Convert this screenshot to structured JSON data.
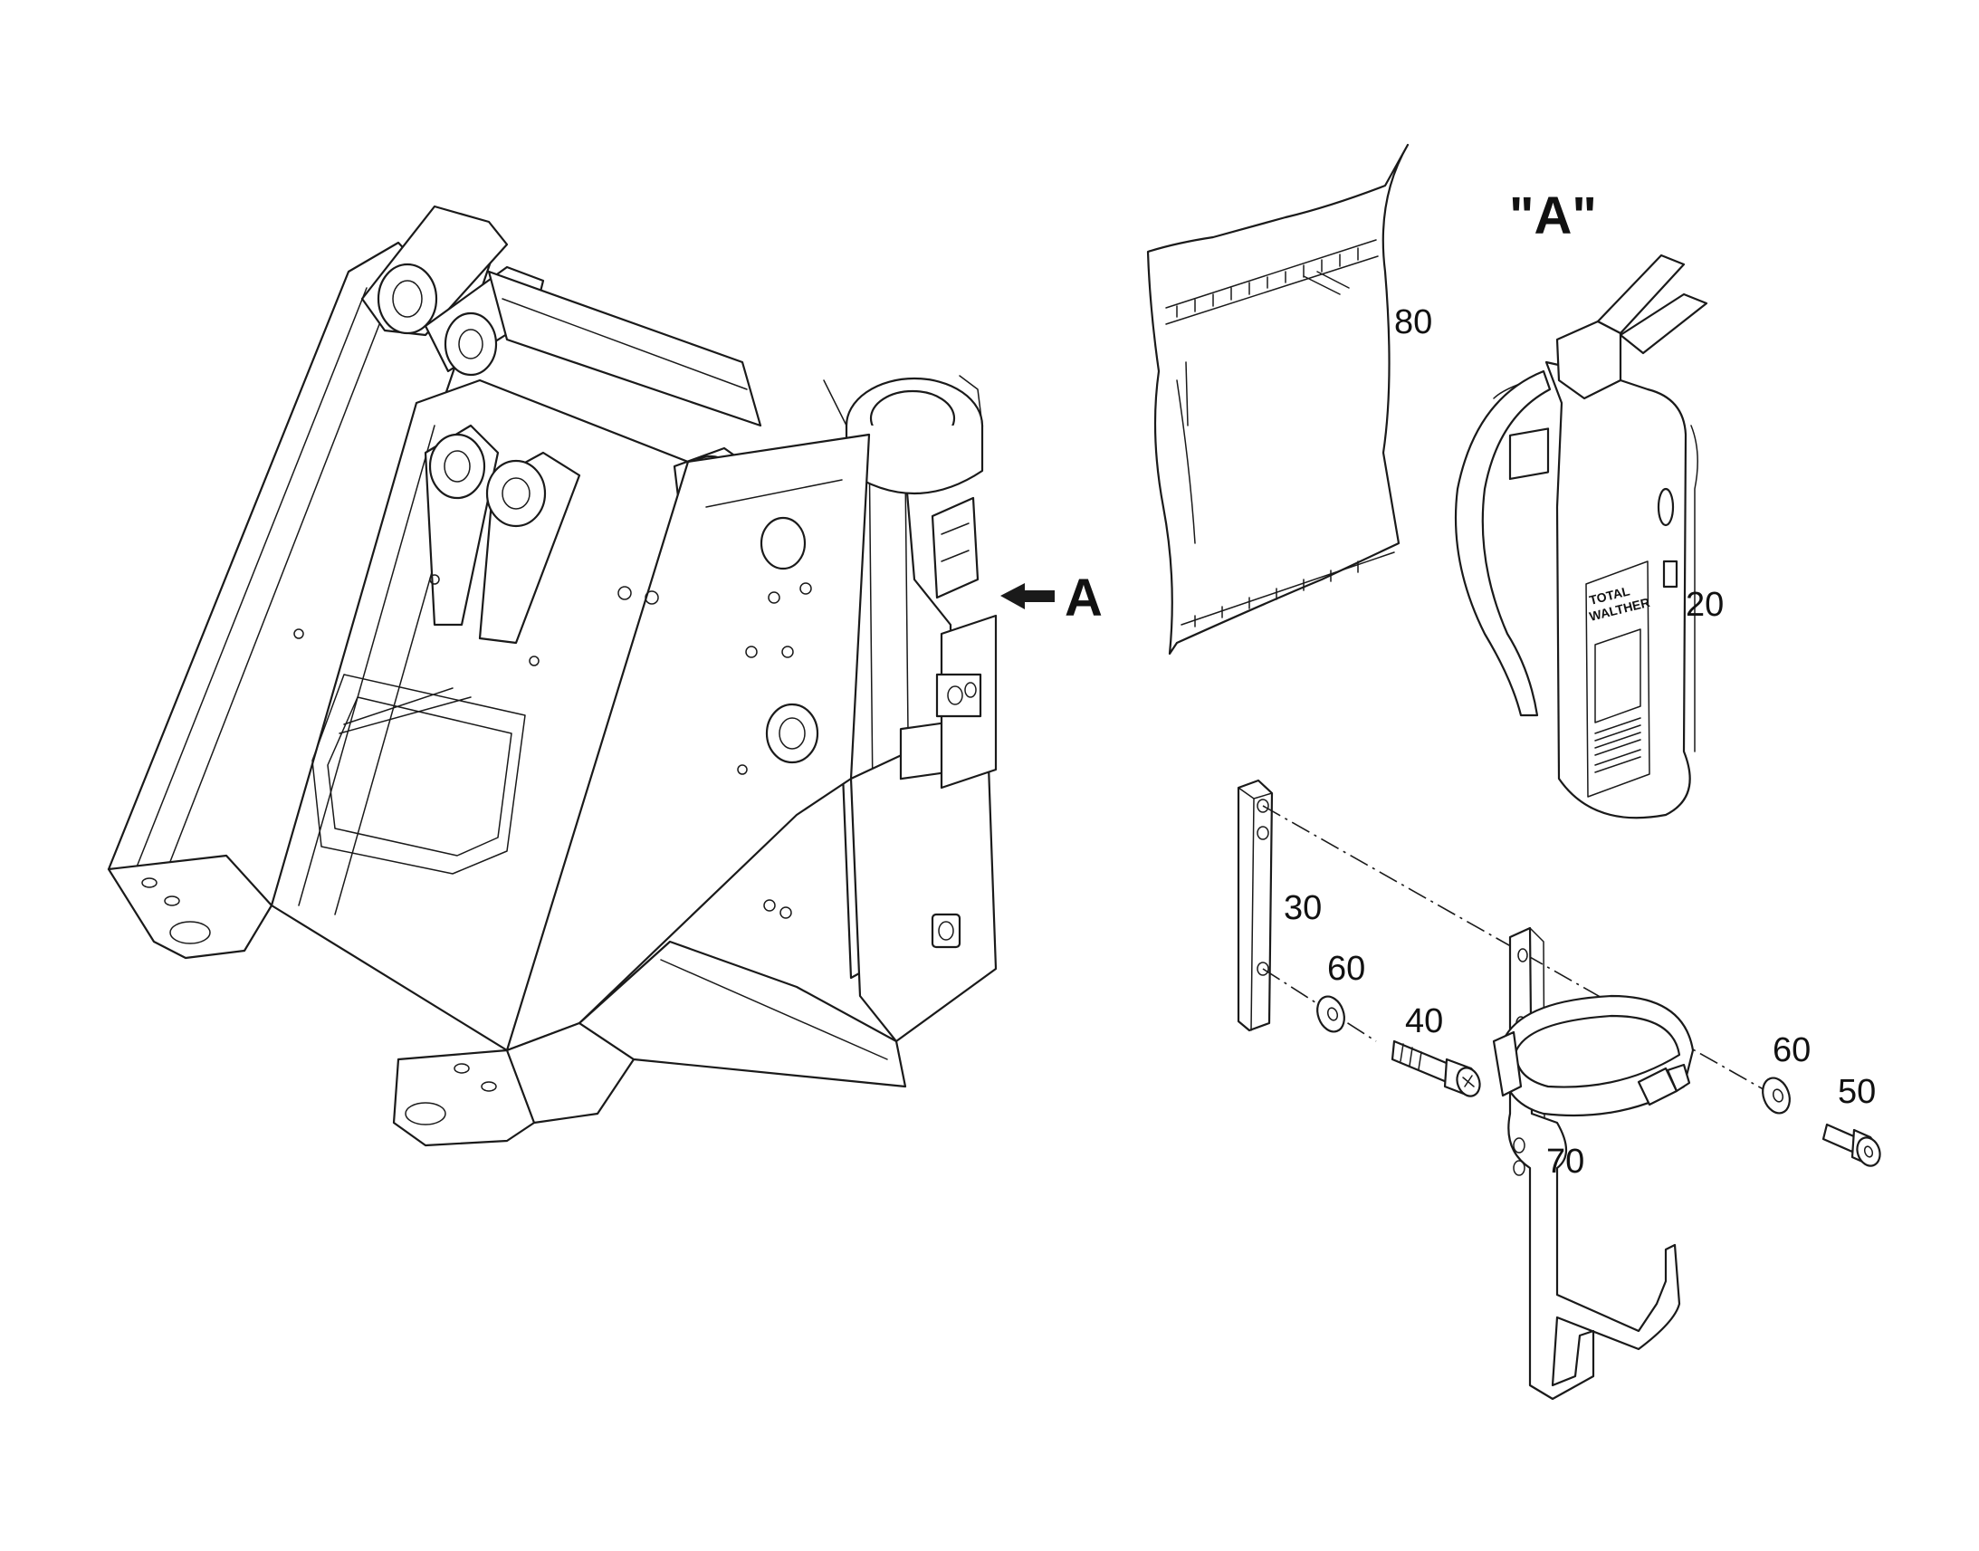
{
  "view": {
    "arrow_label": "A",
    "detail_title": "\"A\""
  },
  "callouts": {
    "bag": "80",
    "extinguisher": "20",
    "plate": "30",
    "washer_left": "60",
    "screw_left": "40",
    "washer_right": "60",
    "screw_right": "50",
    "bracket": "70"
  },
  "extinguisher_label": {
    "line1": "TOTAL",
    "line2": "WALTHER"
  }
}
